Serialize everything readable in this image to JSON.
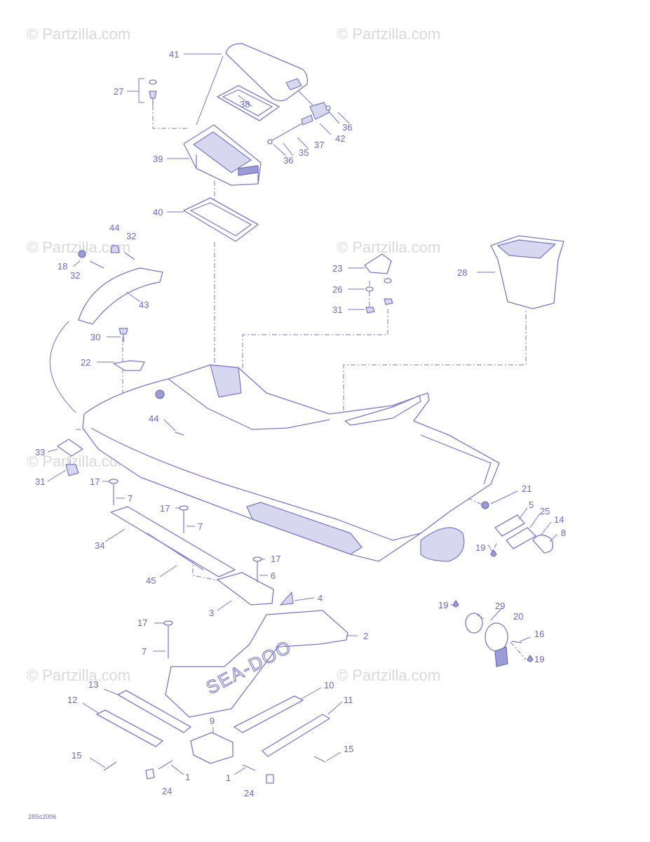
{
  "watermark": {
    "text": "© Partzilla.com"
  },
  "diagram_code": "28Sc2006",
  "plate_logo_text": "SEA-DOO",
  "callouts": {
    "c1a": "1",
    "c1b": "1",
    "c2": "2",
    "c3": "3",
    "c4": "4",
    "c5": "5",
    "c6": "6",
    "c7a": "7",
    "c7b": "7",
    "c7c": "7",
    "c8": "8",
    "c9": "9",
    "c10": "10",
    "c11": "11",
    "c12": "12",
    "c13": "13",
    "c14": "14",
    "c15a": "15",
    "c15b": "15",
    "c16": "16",
    "c17a": "17",
    "c17b": "17",
    "c17c": "17",
    "c17d": "17",
    "c18": "18",
    "c19a": "19",
    "c19b": "19",
    "c19c": "19",
    "c20": "20",
    "c21": "21",
    "c22": "22",
    "c23": "23",
    "c24a": "24",
    "c24b": "24",
    "c25": "25",
    "c26": "26",
    "c27": "27",
    "c28": "28",
    "c29": "29",
    "c30": "30",
    "c31a": "31",
    "c31b": "31",
    "c32a": "32",
    "c32b": "32",
    "c33": "33",
    "c34": "34",
    "c35": "35",
    "c36a": "36",
    "c36b": "36",
    "c37": "37",
    "c38": "38",
    "c39": "39",
    "c40": "40",
    "c41": "41",
    "c42": "42",
    "c43": "43",
    "c44a": "44",
    "c44b": "44",
    "c45": "45"
  }
}
